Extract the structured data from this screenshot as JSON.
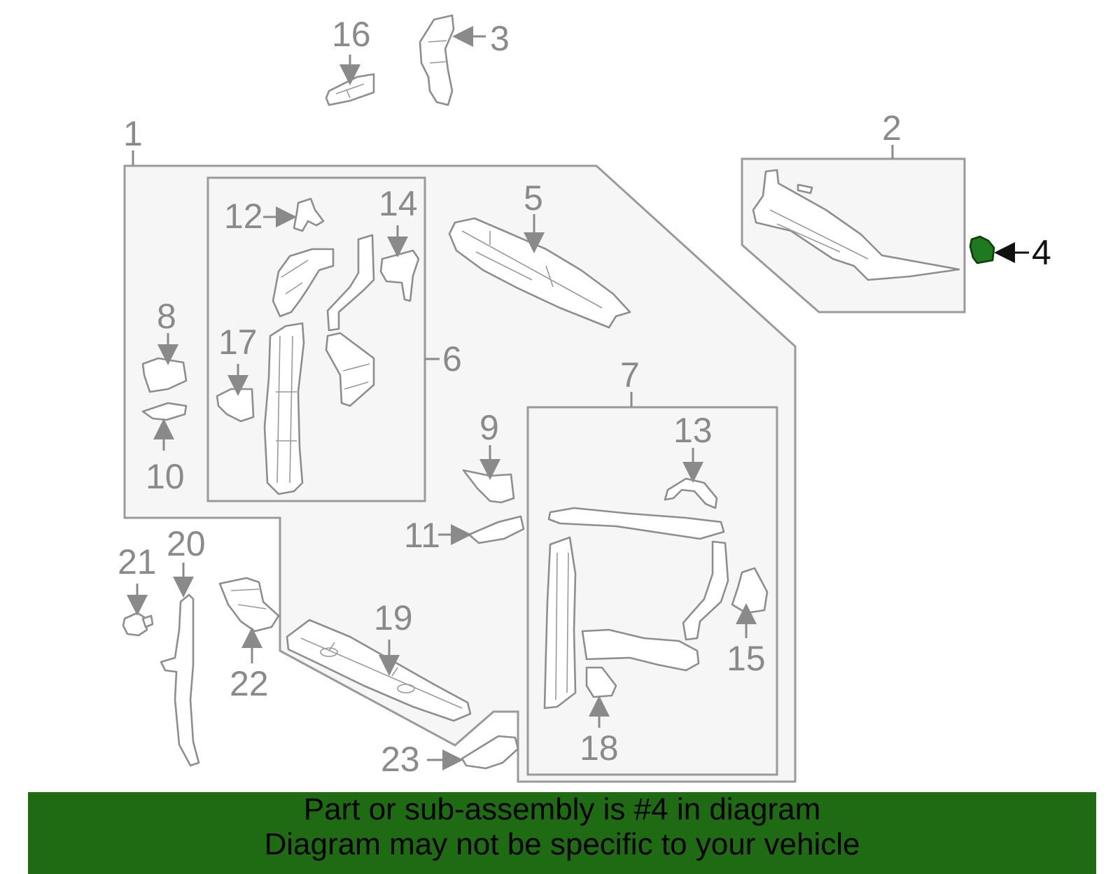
{
  "callouts": {
    "n1": "1",
    "n2": "2",
    "n3": "3",
    "n4": "4",
    "n5": "5",
    "n6": "6",
    "n7": "7",
    "n8": "8",
    "n9": "9",
    "n10": "10",
    "n11": "11",
    "n12": "12",
    "n13": "13",
    "n14": "14",
    "n15": "15",
    "n16": "16",
    "n17": "17",
    "n18": "18",
    "n19": "19",
    "n20": "20",
    "n21": "21",
    "n22": "22",
    "n23": "23"
  },
  "highlighted_part": "4",
  "colors": {
    "highlight": "#1f7a1f",
    "banner": "#1f6b14",
    "line": "#8a8a8a"
  },
  "banner": {
    "line1": "Part or sub-assembly is #4 in diagram",
    "line2": "Diagram may not be specific to your vehicle"
  }
}
